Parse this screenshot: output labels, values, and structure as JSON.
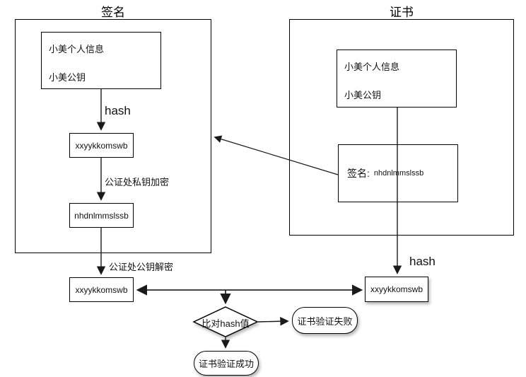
{
  "titles": {
    "left": "签名",
    "right": "证书"
  },
  "left": {
    "info_line1": "小美个人信息",
    "info_line2": "小美公钥",
    "hash_label": "hash",
    "hash_value": "xxyykkomswb",
    "encrypt_label": "公证处私钥加密",
    "signature_value": "nhdnlmmslssb",
    "decrypt_label": "公证处公钥解密",
    "decrypted_hash_value": "xxyykkomswb"
  },
  "right": {
    "info_line1": "小美个人信息",
    "info_line2": "小美公钥",
    "signature_label": "签名:",
    "signature_value": "nhdnlmmslssb",
    "hash_label": "hash",
    "hash_value": "xxyykkomswb"
  },
  "compare": {
    "condition": "比对hash值",
    "fail": "证书验证失败",
    "success": "证书验证成功"
  },
  "colors": {
    "line": "#1a1a1a",
    "background": "#ffffff"
  }
}
